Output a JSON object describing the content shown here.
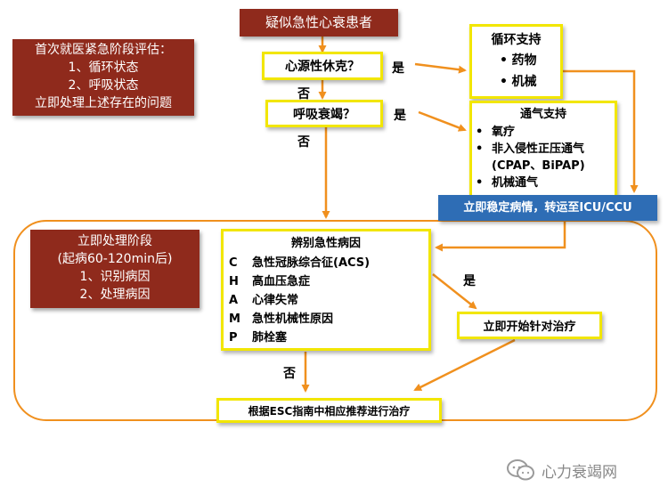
{
  "top_box": "疑似急性心衰患者",
  "assess_box": [
    "首次就医紧急阶段评估：",
    "1、循环状态",
    "2、呼吸状态",
    "立即处理上述存在的问题"
  ],
  "q_shock": "心源性休克？",
  "q_resp": "呼吸衰竭？",
  "yes": "是",
  "no": "否",
  "circ_support": {
    "title": "循环支持",
    "items": [
      "药物",
      "机械"
    ]
  },
  "vent_support": {
    "title": "通气支持",
    "items": [
      "氧疗",
      "非入侵性正压通气",
      "(CPAP、BiPAP)",
      "机械通气"
    ]
  },
  "stabilize": "立即稳定病情，转运至ICU/CCU",
  "phase_box": [
    "立即处理阶段",
    "(起病60-120min后)",
    "1、识别病因",
    "2、处理病因"
  ],
  "causes": {
    "title": "辨别急性病因",
    "items": [
      {
        "letter": "C",
        "text": "急性冠脉综合征(ACS)"
      },
      {
        "letter": "H",
        "text": "高血压急症"
      },
      {
        "letter": "A",
        "text": "心律失常"
      },
      {
        "letter": "M",
        "text": "急性机械性原因"
      },
      {
        "letter": "P",
        "text": "肺栓塞"
      }
    ]
  },
  "targeted": "立即开始针对治疗",
  "esc": "根据ESC指南中相应推荐进行治疗",
  "watermark": "心力衰竭网",
  "colors": {
    "arrow": "#f0901e",
    "box_red": "#8f2a1c",
    "box_border": "#f2e600",
    "band": "#2e6db5"
  }
}
